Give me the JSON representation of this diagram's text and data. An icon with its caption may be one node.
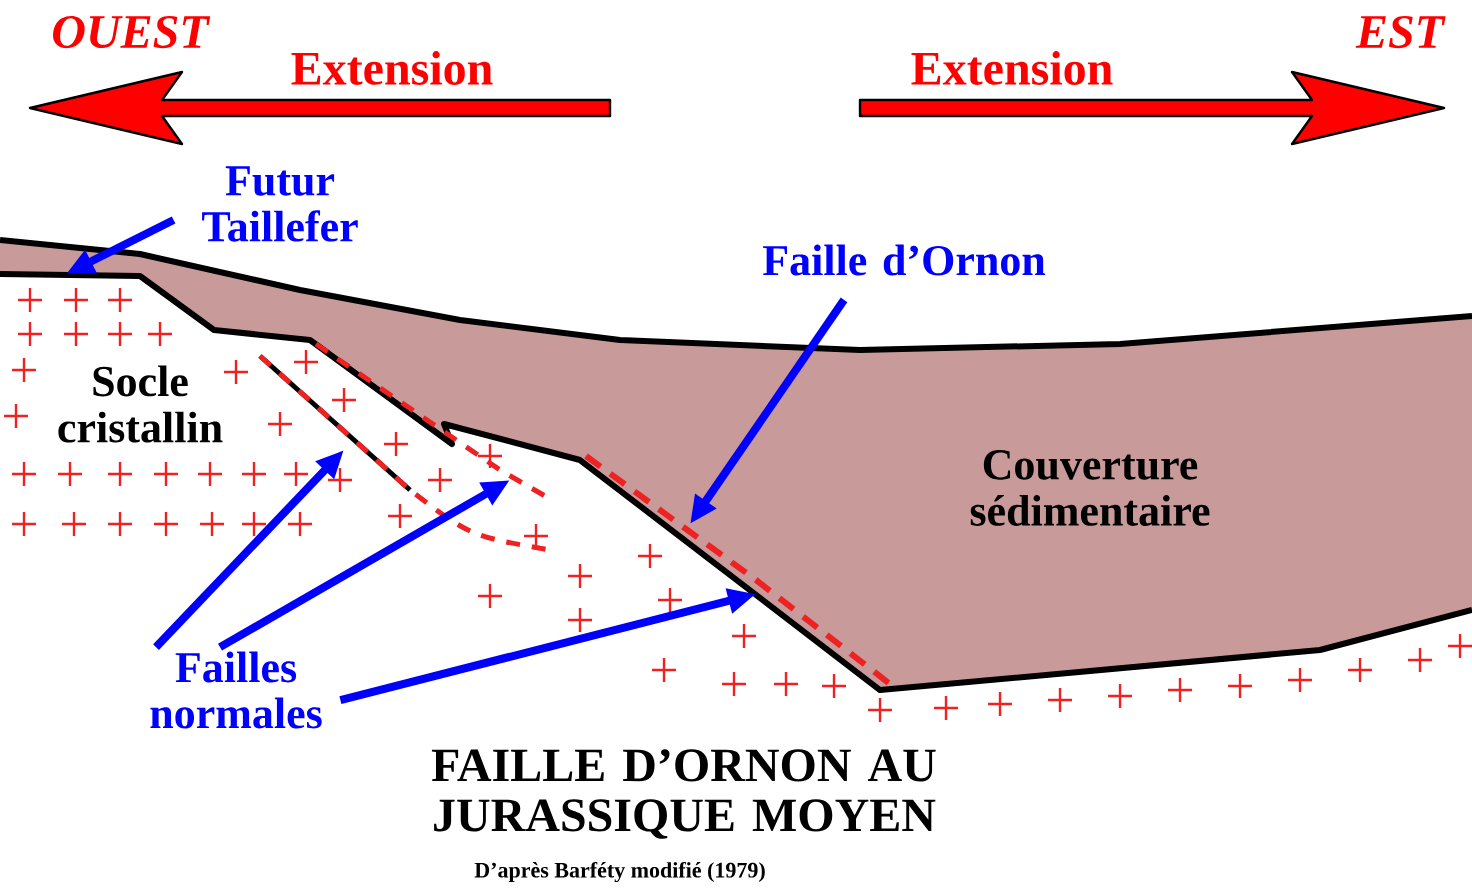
{
  "diagram": {
    "title": "FAILLE D’ORNON AU JURASSIQUE MOYEN",
    "caption": "D’après Barféty modifié (1979)",
    "nodes": [
      {
        "text": [
          "Futur Taillefer"
        ]
      },
      {
        "text": [
          "Faille d’Ornon"
        ]
      },
      {
        "text": [
          "Failles normales"
        ]
      }
    ],
    "edges": [
      {
        "from": 0,
        "to": null,
        "arrow": "to"
      },
      {
        "from": 1,
        "to": null,
        "arrow": "to"
      },
      {
        "from": 2,
        "to": null,
        "arrow": "to"
      },
      {
        "from": 2,
        "to": null,
        "arrow": "to"
      },
      {
        "from": 2,
        "to": null,
        "arrow": "to"
      }
    ],
    "labels": [
      "OUEST",
      "Extension",
      "Extension",
      "EST",
      "Socle cristallin",
      "Couverture sédimentaire"
    ]
  }
}
